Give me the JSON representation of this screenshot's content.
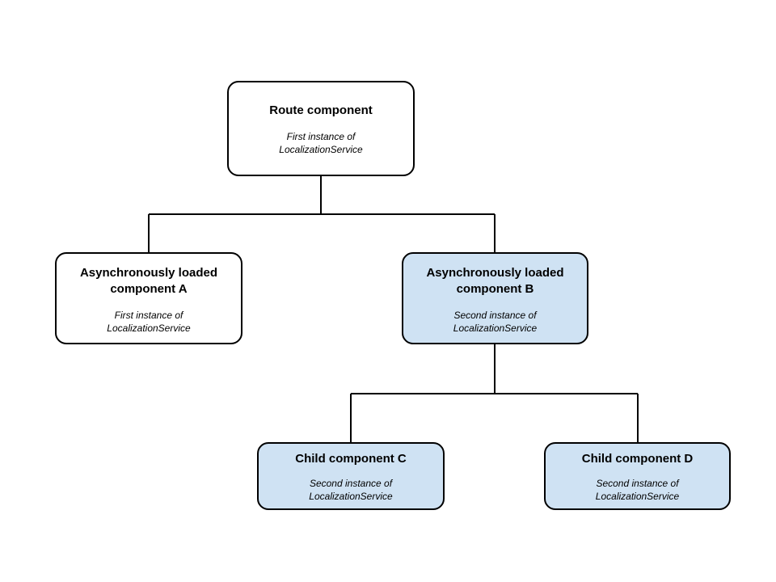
{
  "colors": {
    "highlight_fill": "#cfe2f3",
    "default_fill": "#ffffff",
    "stroke": "#000000"
  },
  "nodes": {
    "route": {
      "title": "Route component",
      "subtitle": "First instance of\nLocalizationService"
    },
    "component_a": {
      "title": "Asynchronously loaded\ncomponent A",
      "subtitle": "First instance of\nLocalizationService"
    },
    "component_b": {
      "title": "Asynchronously loaded\ncomponent B",
      "subtitle": "Second instance of\nLocalizationService"
    },
    "child_c": {
      "title": "Child component C",
      "subtitle": "Second instance of\nLocalizationService"
    },
    "child_d": {
      "title": "Child component D",
      "subtitle": "Second instance of\nLocalizationService"
    }
  },
  "edges": [
    {
      "from": "route",
      "to": "component_a"
    },
    {
      "from": "route",
      "to": "component_b"
    },
    {
      "from": "component_b",
      "to": "child_c"
    },
    {
      "from": "component_b",
      "to": "child_d"
    }
  ]
}
